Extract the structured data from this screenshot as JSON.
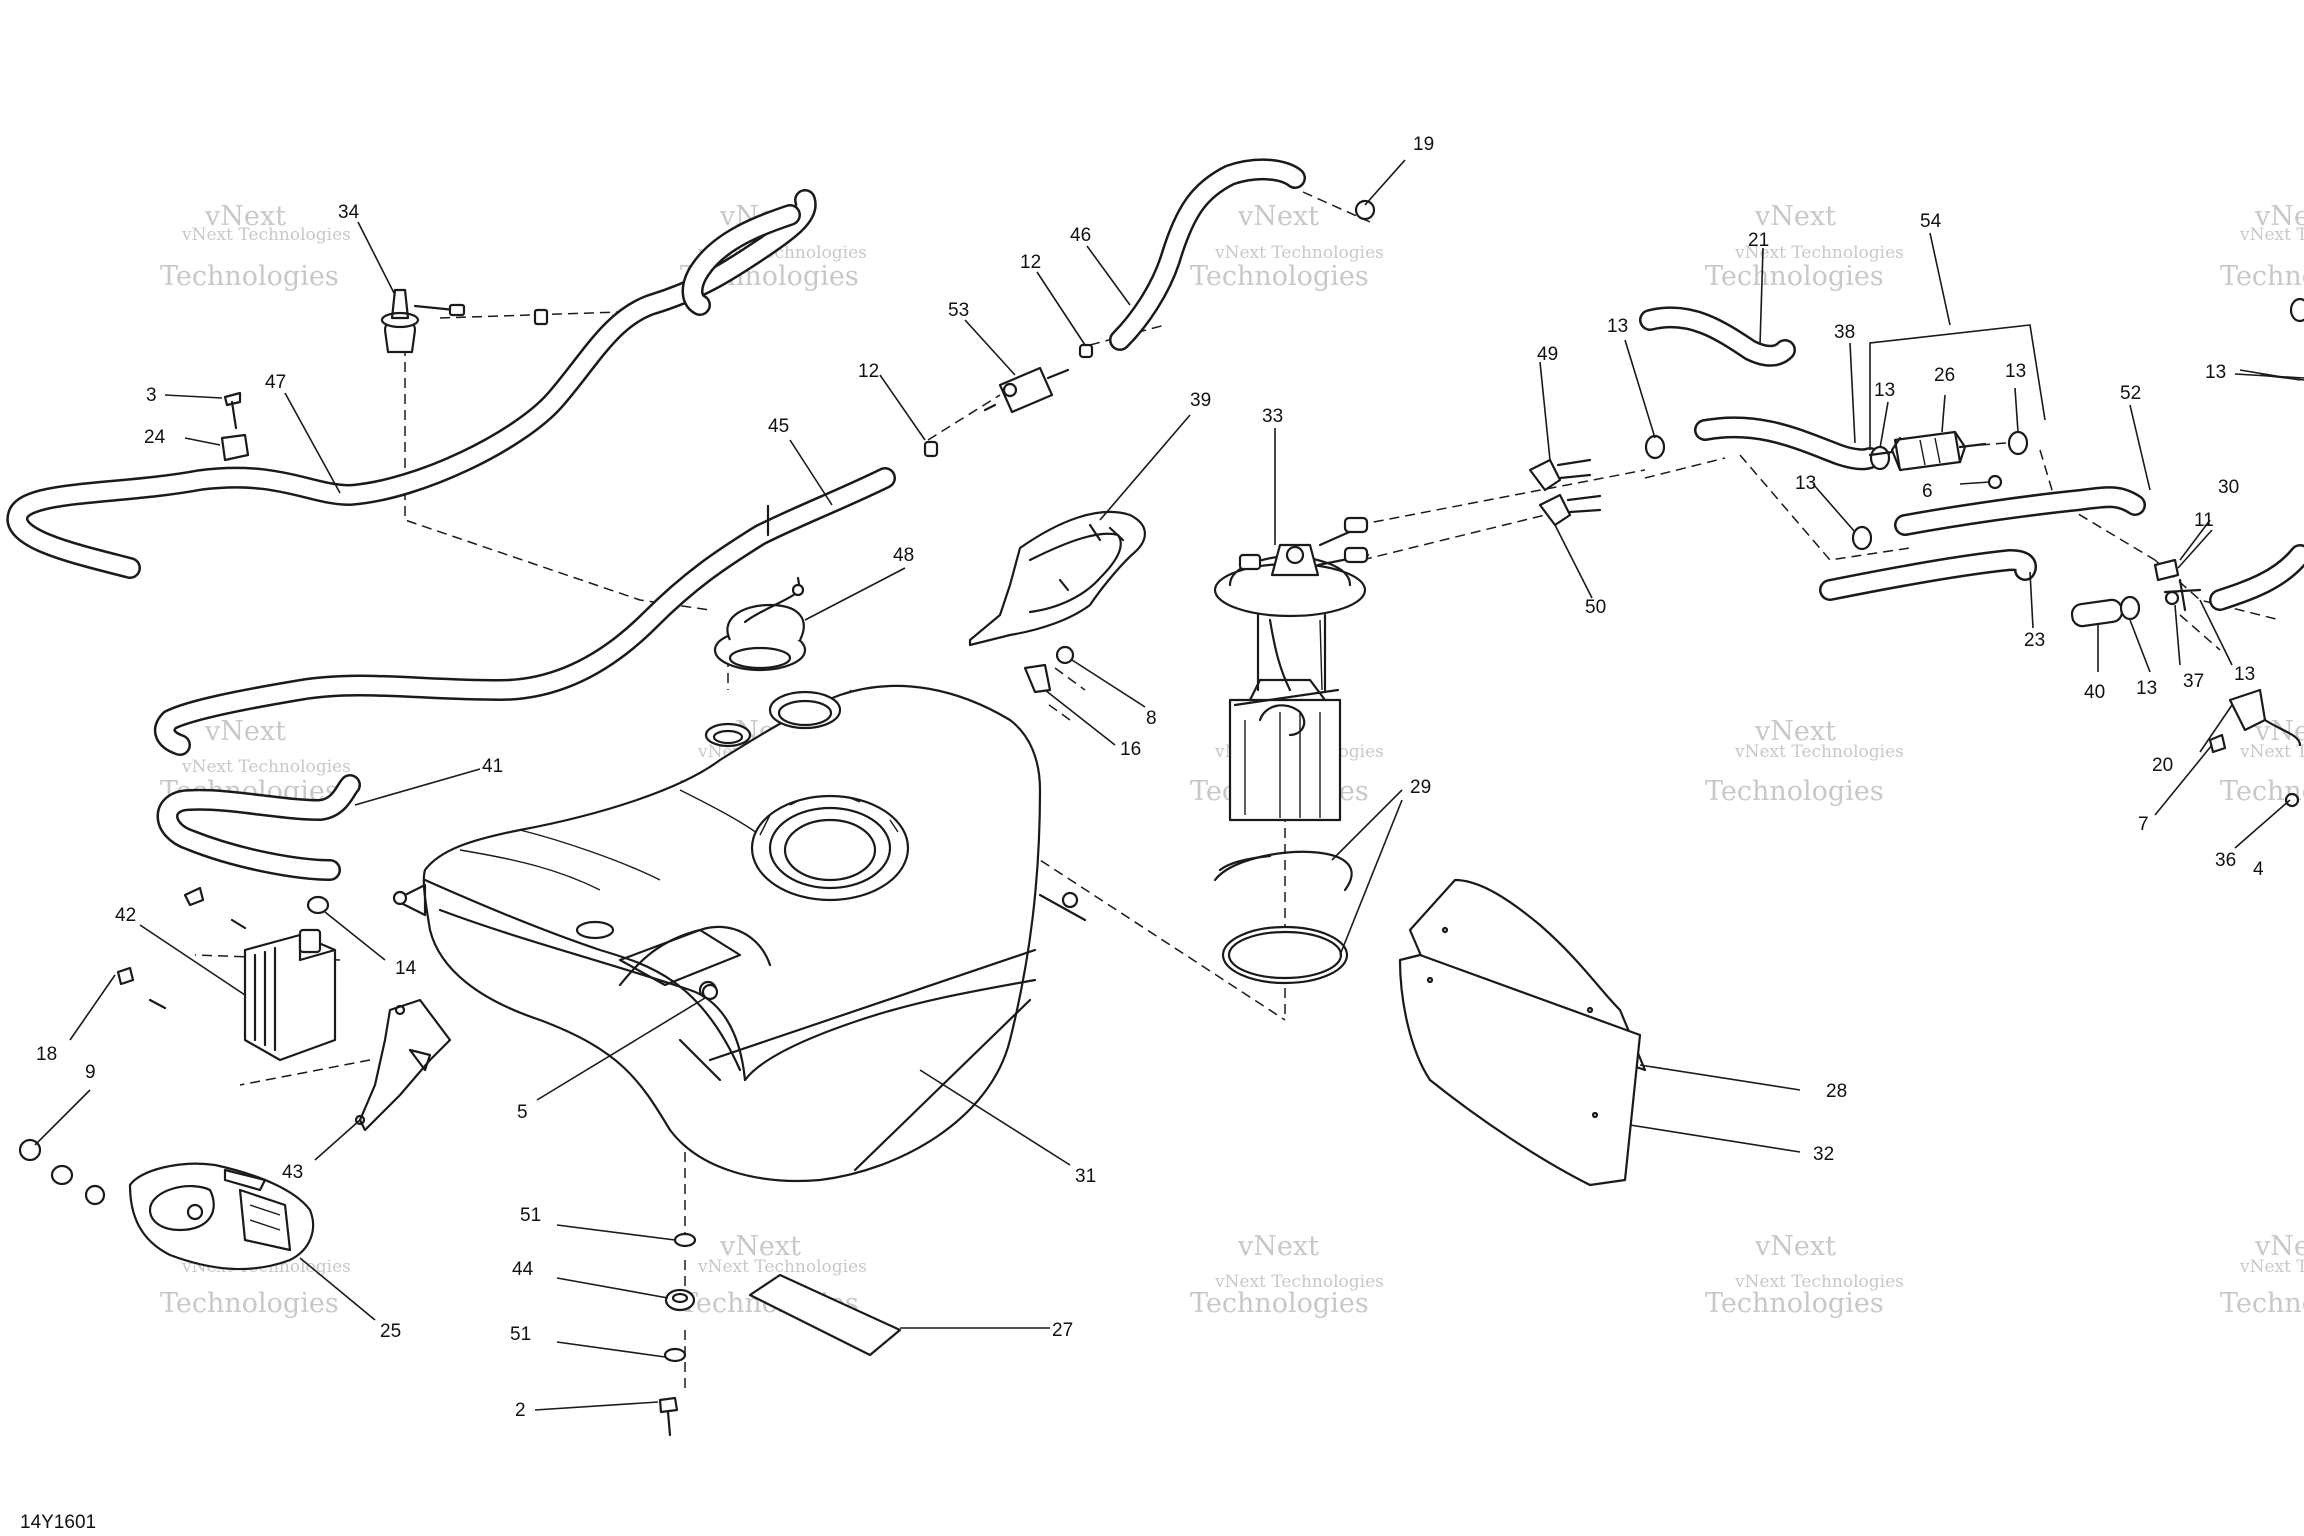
{
  "diagram_code": "14Y1601",
  "watermark": {
    "line1": "vNext Technologies",
    "line2": "Technologies",
    "logo": "vNext"
  },
  "callouts": [
    {
      "id": "c1",
      "label": "19"
    },
    {
      "id": "c2",
      "label": "34"
    },
    {
      "id": "c3",
      "label": "46"
    },
    {
      "id": "c4",
      "label": "12"
    },
    {
      "id": "c5",
      "label": "53"
    },
    {
      "id": "c6",
      "label": "12"
    },
    {
      "id": "c7",
      "label": "3"
    },
    {
      "id": "c8",
      "label": "47"
    },
    {
      "id": "c9",
      "label": "24"
    },
    {
      "id": "c10",
      "label": "45"
    },
    {
      "id": "c11",
      "label": "39"
    },
    {
      "id": "c12",
      "label": "33"
    },
    {
      "id": "c13",
      "label": "48"
    },
    {
      "id": "c14",
      "label": "8"
    },
    {
      "id": "c15",
      "label": "16"
    },
    {
      "id": "c16",
      "label": "41"
    },
    {
      "id": "c17",
      "label": "42"
    },
    {
      "id": "c18",
      "label": "14"
    },
    {
      "id": "c19",
      "label": "18"
    },
    {
      "id": "c20",
      "label": "9"
    },
    {
      "id": "c21",
      "label": "5"
    },
    {
      "id": "c22",
      "label": "43"
    },
    {
      "id": "c23",
      "label": "31"
    },
    {
      "id": "c24",
      "label": "25"
    },
    {
      "id": "c25",
      "label": "51"
    },
    {
      "id": "c26",
      "label": "44"
    },
    {
      "id": "c27",
      "label": "27"
    },
    {
      "id": "c28",
      "label": "51"
    },
    {
      "id": "c29",
      "label": "2"
    },
    {
      "id": "c30",
      "label": "29"
    },
    {
      "id": "c31",
      "label": "28"
    },
    {
      "id": "c32",
      "label": "32"
    },
    {
      "id": "c33",
      "label": "21"
    },
    {
      "id": "c34",
      "label": "54"
    },
    {
      "id": "c35",
      "label": "49"
    },
    {
      "id": "c36",
      "label": "13"
    },
    {
      "id": "c37",
      "label": "38"
    },
    {
      "id": "c38",
      "label": "13"
    },
    {
      "id": "c39",
      "label": "26"
    },
    {
      "id": "c40",
      "label": "13"
    },
    {
      "id": "c41",
      "label": "13"
    },
    {
      "id": "c42",
      "label": "52"
    },
    {
      "id": "c43",
      "label": "50"
    },
    {
      "id": "c44",
      "label": "13"
    },
    {
      "id": "c45",
      "label": "6"
    },
    {
      "id": "c46",
      "label": "30"
    },
    {
      "id": "c47",
      "label": "11"
    },
    {
      "id": "c48",
      "label": "23"
    },
    {
      "id": "c49",
      "label": "40"
    },
    {
      "id": "c50",
      "label": "13"
    },
    {
      "id": "c51",
      "label": "37"
    },
    {
      "id": "c52",
      "label": "13"
    },
    {
      "id": "c53",
      "label": "20"
    },
    {
      "id": "c54",
      "label": "7"
    },
    {
      "id": "c55",
      "label": "36"
    },
    {
      "id": "c56",
      "label": "4"
    }
  ]
}
